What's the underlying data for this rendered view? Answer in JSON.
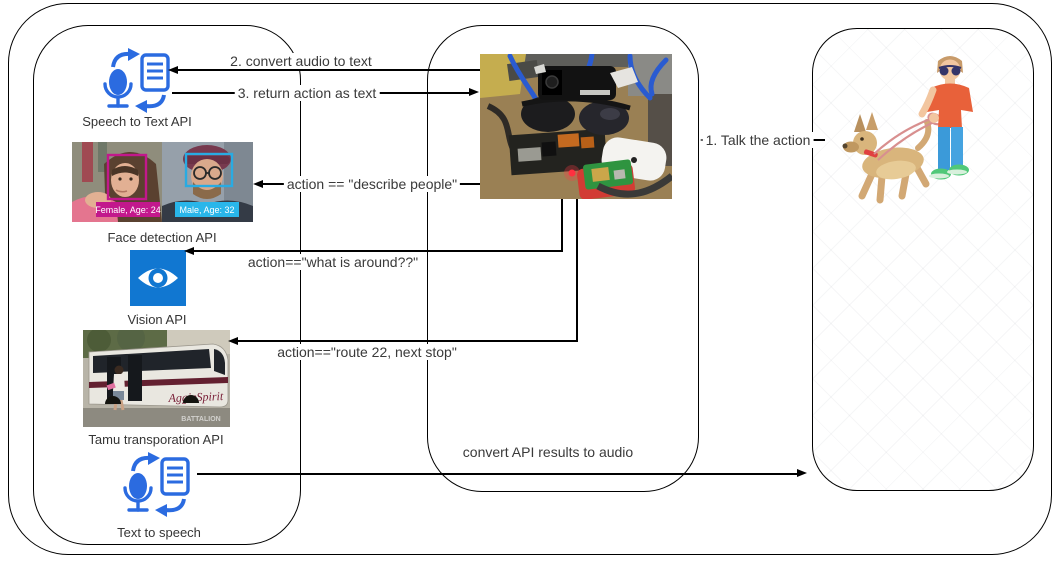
{
  "nodes": {
    "speech_to_text": {
      "label": "Speech to Text API"
    },
    "face_detection": {
      "label": "Face detection API",
      "female_tag": "Female, Age: 24",
      "male_tag": "Male, Age: 32"
    },
    "vision": {
      "label": "Vision API"
    },
    "tamu_transportation": {
      "label": "Tamu transporation API",
      "bus_brand": "AggieSpirit",
      "photo_watermark": "BATTALION"
    },
    "text_to_speech": {
      "label": "Text to speech"
    }
  },
  "edges": {
    "talk_the_action": {
      "label": "1. Talk the action"
    },
    "convert_audio_to_text": {
      "label": "2. convert audio to text"
    },
    "return_action_as_text": {
      "label": "3. return action as text"
    },
    "describe_people": {
      "label": "action == \"describe people\""
    },
    "what_is_around": {
      "label": "action==\"what is around??\""
    },
    "route_22": {
      "label": "action==\"route 22, next stop\""
    },
    "convert_results": {
      "label": "convert API results to audio"
    }
  },
  "colors": {
    "icon_blue": "#2b6be0",
    "vision_blue": "#1177d1",
    "female_tag_bg": "#c2188c",
    "male_tag_bg": "#29b6ea",
    "line": "#000000"
  }
}
